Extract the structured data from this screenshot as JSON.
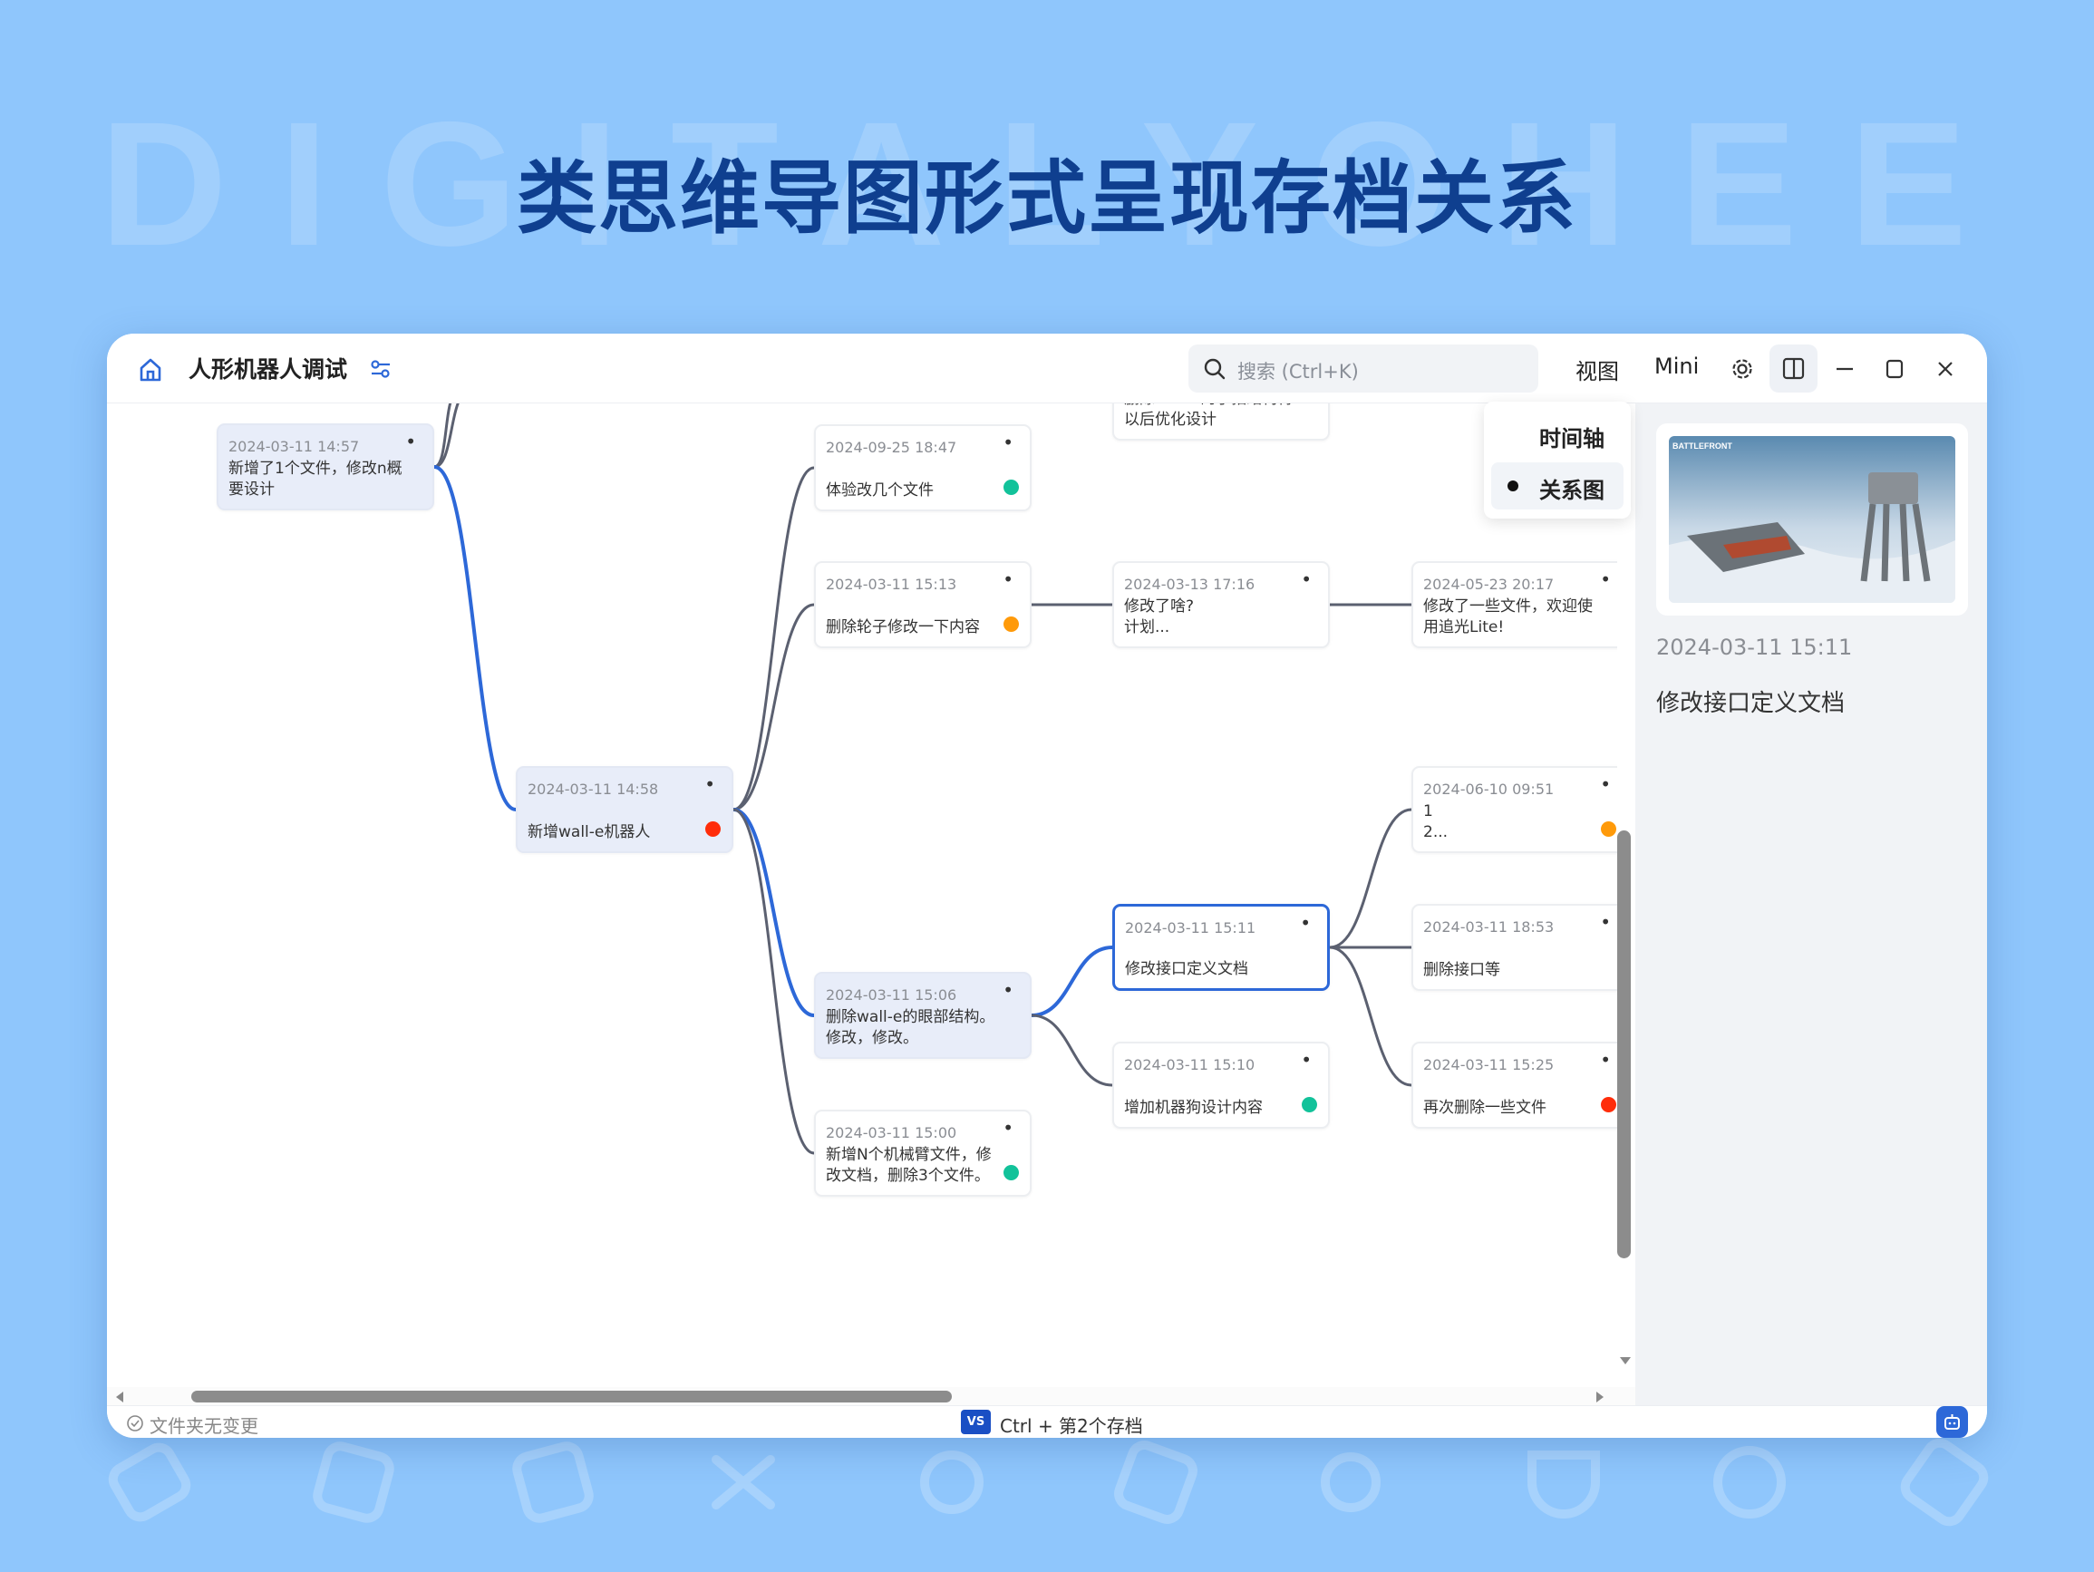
{
  "banner": {
    "watermark": "DIGITALYOHEE",
    "headline": "类思维导图形式呈现存档关系"
  },
  "titlebar": {
    "project_title": "人形机器人调试",
    "search_placeholder": "搜索 (Ctrl+K)",
    "view_label": "视图",
    "mini_label": "Mini"
  },
  "view_menu": {
    "items": [
      {
        "label": "时间轴",
        "selected": false
      },
      {
        "label": "关系图",
        "selected": true
      }
    ]
  },
  "colors": {
    "accent": "#2d68d8",
    "green": "#12c29a",
    "orange": "#ff9a0a",
    "red": "#ff2d0a",
    "edge": "#5b6070"
  },
  "nodes": [
    {
      "id": "n1",
      "time": "2024-03-11 14:57",
      "text": "新增了1个文件，修改n概\n要设计",
      "status": null,
      "state": "path"
    },
    {
      "id": "n2",
      "time": "2024-03-11 14:58",
      "text": "新增wall-e机器人",
      "status": "red",
      "state": "path",
      "parent": "n1"
    },
    {
      "id": "n3",
      "time": "2024-09-25 18:47",
      "text": "体验改几个文件",
      "status": "green",
      "state": "normal",
      "parent": "n2"
    },
    {
      "id": "n4",
      "time": "2024-03-11 15:13",
      "text": "删除轮子修改一下内容",
      "status": "orange",
      "state": "normal",
      "parent": "n2"
    },
    {
      "id": "n5",
      "time": "2024-03-11 15:06",
      "text": "删除wall-e的眼部结构。\n修改，修改。",
      "status": null,
      "state": "path",
      "parent": "n2"
    },
    {
      "id": "n6",
      "time": "2024-03-11 15:00",
      "text": "新增N个机械臂文件，修\n改文档，删除3个文件。",
      "status": "green",
      "state": "normal",
      "parent": "n2"
    },
    {
      "id": "n7",
      "time": "",
      "text": "删除wall-e的手指结构待\n以后优化设计",
      "status": null,
      "state": "normal"
    },
    {
      "id": "n8",
      "time": "2024-03-13 17:16",
      "text": "修改了啥?\n计划...",
      "status": null,
      "state": "normal",
      "parent": "n4"
    },
    {
      "id": "n9",
      "time": "2024-05-23 20:17",
      "text": "修改了一些文件，欢迎使\n用追光Lite!",
      "status": null,
      "state": "normal",
      "parent": "n8"
    },
    {
      "id": "n10",
      "time": "2024-03-11 15:11",
      "text": "修改接口定义文档",
      "status": null,
      "state": "selected",
      "parent": "n5"
    },
    {
      "id": "n11",
      "time": "2024-03-11 15:10",
      "text": "增加机器狗设计内容",
      "status": "green",
      "state": "normal",
      "parent": "n5"
    },
    {
      "id": "n12",
      "time": "2024-06-10 09:51",
      "text": "1\n2...",
      "status": "orange",
      "state": "normal",
      "parent": "n10"
    },
    {
      "id": "n13",
      "time": "2024-03-11 18:53",
      "text": "删除接口等",
      "status": null,
      "state": "normal",
      "parent": "n10"
    },
    {
      "id": "n14",
      "time": "2024-03-11 15:25",
      "text": "再次删除一些文件",
      "status": "red",
      "state": "normal",
      "parent": "n10"
    }
  ],
  "detail_panel": {
    "preview_logo": "BATTLEFRONT",
    "time": "2024-03-11 15:11",
    "description": "修改接口定义文档"
  },
  "statusbar": {
    "folder_status": "文件夹无变更",
    "vs_badge": "VS",
    "shortcut_hint": "Ctrl + 第2个存档"
  }
}
